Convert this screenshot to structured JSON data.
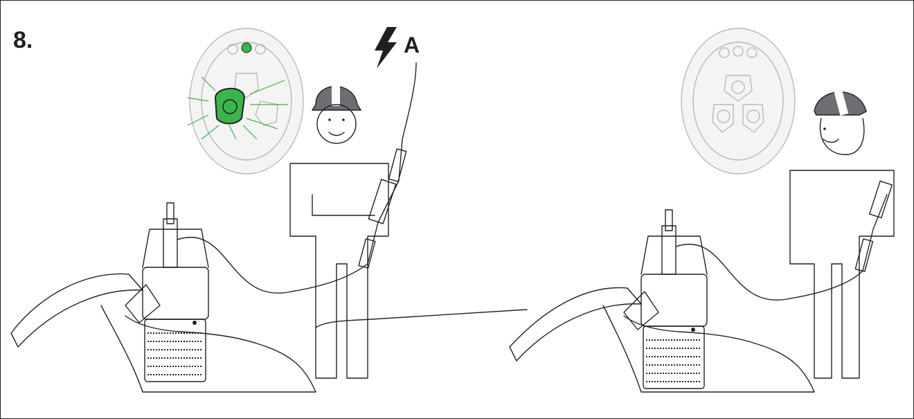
{
  "step": {
    "number": "8."
  },
  "power": {
    "label": "A",
    "icon": "lightning-bolt-icon"
  },
  "colors": {
    "accent_green": "#3ab54a",
    "line": "#231f20",
    "helmet": "#6d6e71",
    "panel_gray": "#b8b8b8"
  },
  "scenes": [
    {
      "name": "left",
      "pump_state": "running",
      "start_button": "lit-green",
      "connector": "connected"
    },
    {
      "name": "right",
      "pump_state": "stopped",
      "start_button": "off",
      "connector": "connected"
    }
  ]
}
